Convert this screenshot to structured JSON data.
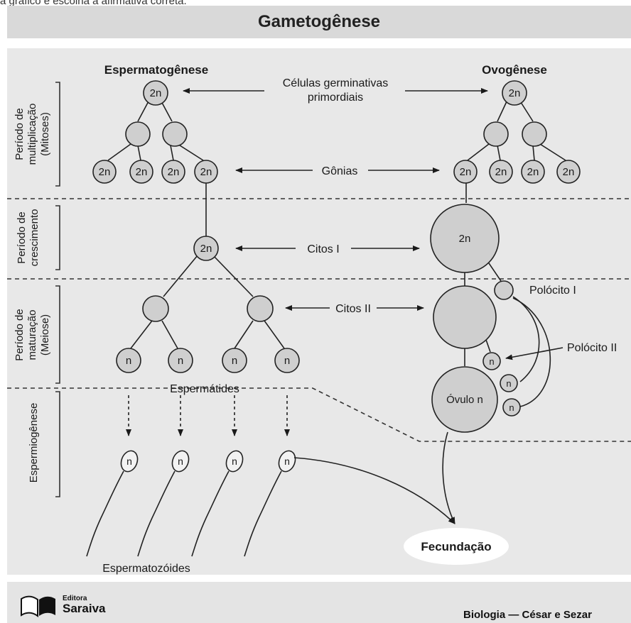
{
  "top_cut_text": "a gráfico e escolha a afirmativa correta.",
  "title": "Gametogênese",
  "columns": {
    "left": "Espermatogênese",
    "right": "Ovogênese"
  },
  "periods": {
    "multiplication": {
      "line1": "Período de",
      "line2": "multiplicação",
      "line3": "(Mitoses)"
    },
    "growth": {
      "line1": "Período de",
      "line2": "crescimento"
    },
    "maturation": {
      "line1": "Período de",
      "line2": "maturação",
      "line3": "(Meiose)"
    },
    "spermiogenesis": {
      "line1": "Espermiogênese"
    }
  },
  "labels": {
    "germ_cells_line1": "Células germinativas",
    "germ_cells_line2": "primordiais",
    "gonias": "Gônias",
    "citos1": "Citos I",
    "citos2": "Citos II",
    "polocito1": "Polócito I",
    "polocito2": "Polócito II",
    "espermatides": "Espermátides",
    "espermatozoides": "Espermatozóides",
    "fecundacao": "Fecundação"
  },
  "cells": {
    "diploid": "2n",
    "haploid": "n",
    "ovulo": "Óvulo n"
  },
  "footer": {
    "publisher_small": "Editora",
    "publisher_big": "Saraiva",
    "credit": "Biologia — César e Sezar"
  }
}
